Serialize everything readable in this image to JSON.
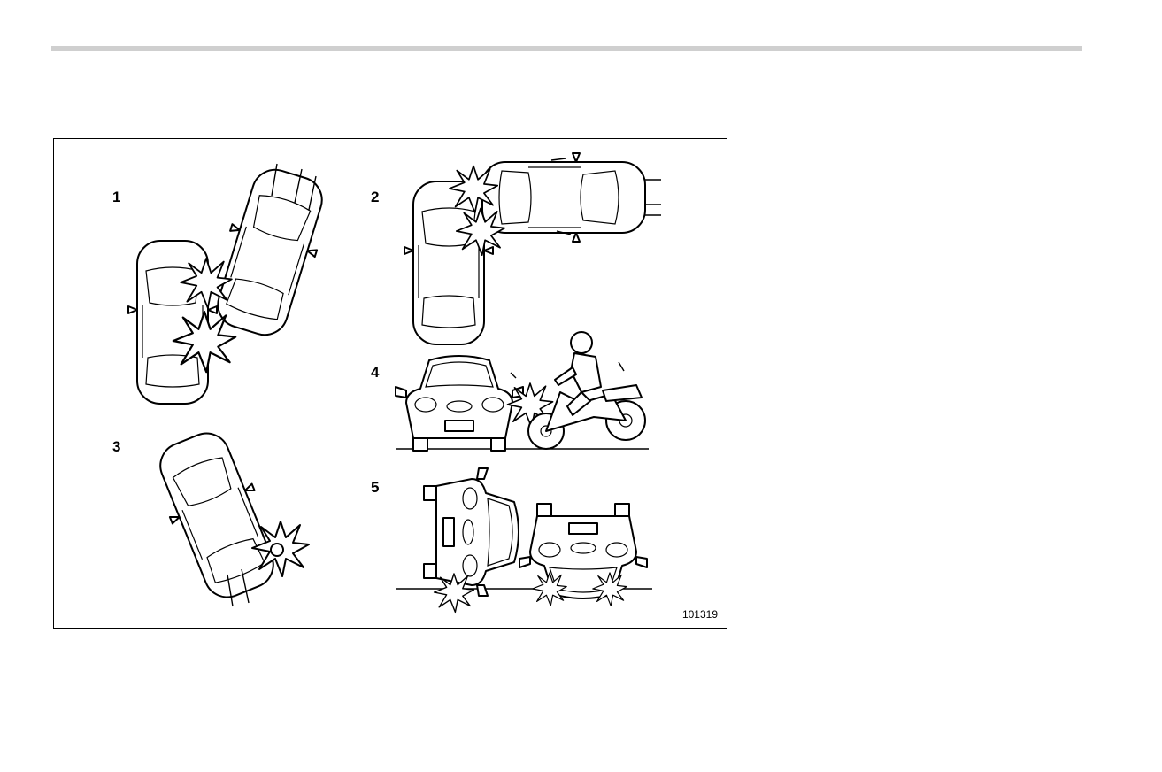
{
  "figure": {
    "labels": [
      "1",
      "2",
      "3",
      "4",
      "5"
    ],
    "code": "101319"
  },
  "colors": {
    "rule": "#cfcfcf",
    "ink": "#000000"
  }
}
